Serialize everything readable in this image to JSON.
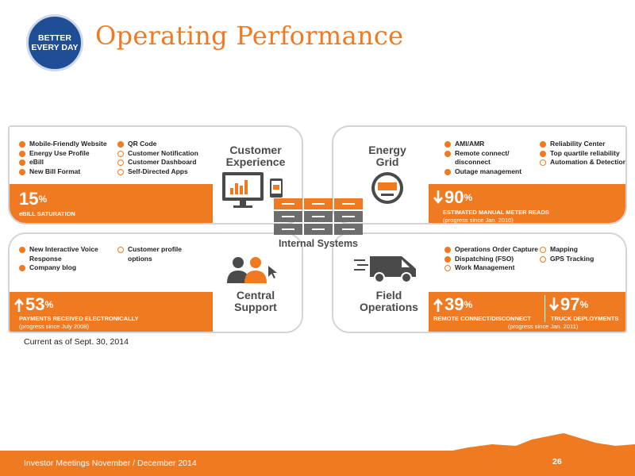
{
  "header": {
    "badge_line1": "BETTER",
    "badge_line2": "EVERY DAY",
    "title": "Operating Performance"
  },
  "customer": {
    "category_line1": "Customer",
    "category_line2": "Experience",
    "features_left": [
      "Mobile-Friendly Website",
      "Energy Use Profile",
      "eBill",
      "New Bill Format"
    ],
    "features_right": [
      "QR Code",
      "Customer Notification",
      "Customer Dashboard",
      "Self-Directed Apps"
    ],
    "stat_value": "15",
    "stat_unit": "%",
    "stat_label": "eBILL SATURATION"
  },
  "energy": {
    "category_line1": "Energy",
    "category_line2": "Grid",
    "features_left": [
      "AMI/AMR",
      "Remote connect/ disconnect",
      "Outage management"
    ],
    "features_right": [
      "Reliability Center",
      "Top quartile reliability",
      "Automation & Detection"
    ],
    "stat_value": "90",
    "stat_unit": "%",
    "stat_label": "ESTIMATED MANUAL METER READS",
    "stat_sub": "(progress since Jan. 2010)"
  },
  "central": {
    "category_line1": "Central",
    "category_line2": "Support",
    "features_left": [
      "New Interactive Voice Response",
      "Company blog"
    ],
    "features_right": [
      "Customer profile options"
    ],
    "stat_value": "53",
    "stat_unit": "%",
    "stat_label": "PAYMENTS RECEIVED ELECTRONICALLY",
    "stat_sub": "(progress since July 2008)"
  },
  "field": {
    "category_line1": "Field",
    "category_line2": "Operations",
    "features_left": [
      "Operations Order Capture",
      "Dispatching (FSO)",
      "Work Management"
    ],
    "features_right": [
      "Mapping",
      "GPS Tracking"
    ],
    "stat1_value": "39",
    "stat1_unit": "%",
    "stat1_label": "REMOTE CONNECT/DISCONNECT",
    "stat2_value": "97",
    "stat2_unit": "%",
    "stat2_label": "TRUCK DEPLOYMENTS",
    "stat_sub": "(progress since Jan. 2011)"
  },
  "center": {
    "label": "Internal Systems"
  },
  "note": "Current as of Sept. 30, 2014",
  "footer": {
    "text": "Investor Meetings November / December 2014",
    "page": "26"
  },
  "colors": {
    "accent": "#f07a22",
    "badge": "#1f4e96",
    "text": "#4a4a4a"
  }
}
